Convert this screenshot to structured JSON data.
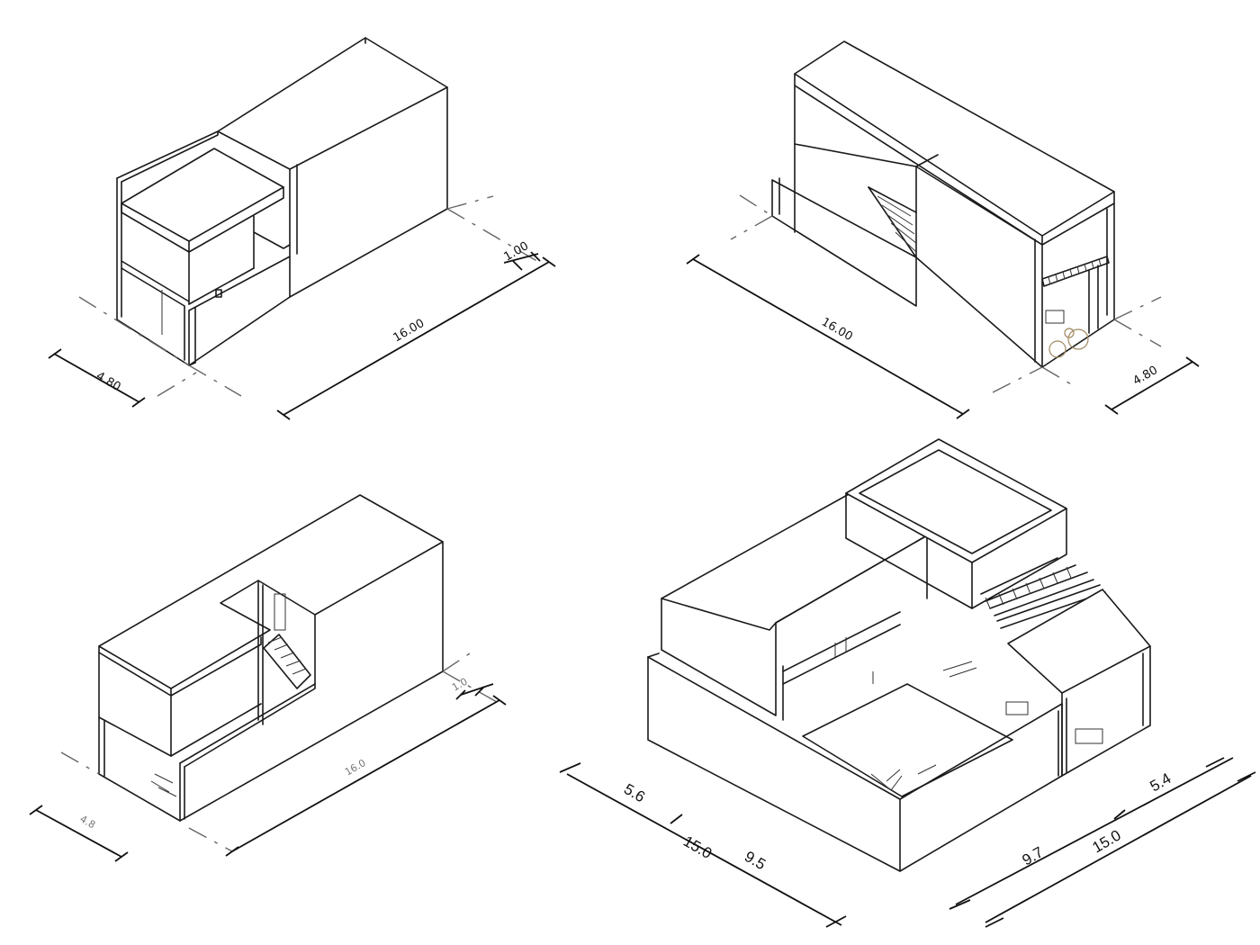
{
  "views": [
    {
      "id": "view-1",
      "dims": {
        "length": "16.00",
        "width": "4.80",
        "offset": "1.00"
      }
    },
    {
      "id": "view-2",
      "dims": {
        "length": "16.00",
        "width": "4.80"
      }
    },
    {
      "id": "view-3",
      "dims": {
        "length": "16.0",
        "width": "4.8",
        "offset": "1.0"
      }
    },
    {
      "id": "view-4",
      "dims": {
        "left_total": "15.0",
        "left_seg_a": "5.6",
        "left_seg_b": "9.5",
        "right_total": "15.0",
        "right_seg_a": "9.7",
        "right_seg_b": "5.4"
      }
    }
  ]
}
